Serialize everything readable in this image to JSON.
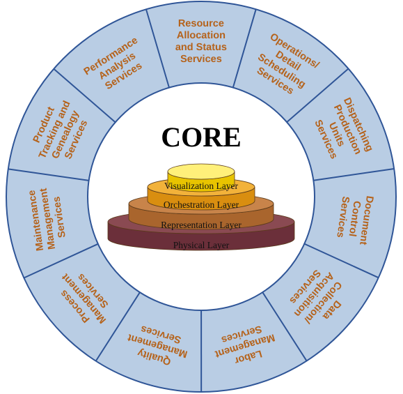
{
  "colors": {
    "ring_fill": "#B9CDE4",
    "ring_stroke": "#2F5597",
    "segment_text": "#B5621A",
    "center_fill": "#FFFFFF"
  },
  "core": {
    "title": "CORE"
  },
  "layers": [
    {
      "label": "Visualization Layer",
      "top": "#FFF07A",
      "side": "#E8C400"
    },
    {
      "label": "Orchestration Layer",
      "top": "#F2B23A",
      "side": "#D98E10"
    },
    {
      "label": "Representation Layer",
      "top": "#C8844A",
      "side": "#A9652D"
    },
    {
      "label": "Physical Layer",
      "top": "#8A4A52",
      "side": "#6B2F3A"
    }
  ],
  "segments": [
    {
      "lines": [
        "Resource",
        "Allocation",
        "and Status",
        "Services"
      ]
    },
    {
      "lines": [
        "Operations/",
        "Detail",
        "Scheduling",
        "Services"
      ]
    },
    {
      "lines": [
        "Dispatching",
        "Production",
        "Units",
        "Services"
      ]
    },
    {
      "lines": [
        "Document",
        "Control",
        "Services"
      ]
    },
    {
      "lines": [
        "Data",
        "Collection/",
        "Acquisition",
        "Services"
      ]
    },
    {
      "lines": [
        "Labor",
        "Management",
        "Services"
      ]
    },
    {
      "lines": [
        "Quality",
        "Management",
        "Services"
      ]
    },
    {
      "lines": [
        "Process",
        "Management",
        "Services"
      ]
    },
    {
      "lines": [
        "Maintenance",
        "Management",
        "Services"
      ]
    },
    {
      "lines": [
        "Product",
        "Tracking and",
        "Genealogy",
        "Services"
      ]
    },
    {
      "lines": [
        "Performance",
        "Analysis",
        "Services"
      ]
    }
  ]
}
